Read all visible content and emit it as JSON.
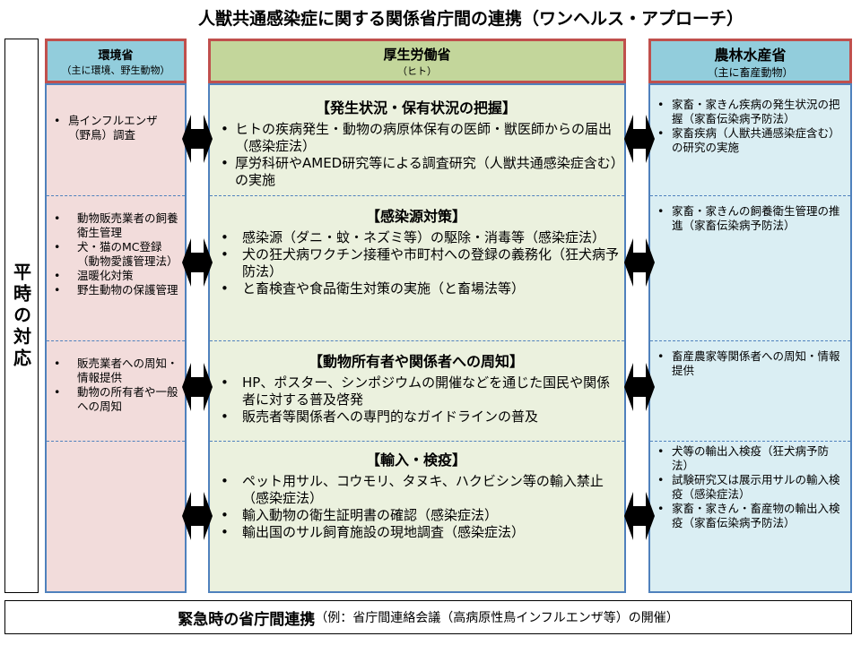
{
  "title": "人獣共通感染症に関する関係省庁間の連携（ワンヘルス・アプローチ）",
  "side_label": "平時の対応",
  "env": {
    "name": "環境省",
    "sub": "（主に環境、野生動物）",
    "sections": [
      [
        "鳥インフルエンザ（野鳥）調査"
      ],
      [
        "動物販売業者の飼養衛生管理",
        "犬・猫のMC登録（動物愛護管理法）",
        "温暖化対策",
        "野生動物の保護管理"
      ],
      [
        "販売業者への周知・情報提供",
        "動物の所有者や一般への周知"
      ],
      []
    ]
  },
  "mhlw": {
    "name": "厚生労働省",
    "sub": "（ヒト）",
    "sections": [
      {
        "heading": "【発生状況・保有状況の把握】",
        "items": [
          "ヒトの疾病発生・動物の病原体保有の医師・獣医師からの届出（感染症法）",
          "厚労科研やAMED研究等による調査研究（人獣共通感染症含む）の実施"
        ]
      },
      {
        "heading": "【感染源対策】",
        "items": [
          "感染源（ダニ・蚊・ネズミ等）の駆除・消毒等（感染症法）",
          "犬の狂犬病ワクチン接種や市町村への登録の義務化（狂犬病予防法）",
          "と畜検査や食品衛生対策の実施（と畜場法等）"
        ]
      },
      {
        "heading": "【動物所有者や関係者への周知】",
        "items": [
          "HP、ポスター、シンポジウムの開催などを通じた国民や関係者に対する普及啓発",
          "販売者等関係者への専門的なガイドラインの普及"
        ]
      },
      {
        "heading": "【輸入・検疫】",
        "items": [
          "ペット用サル、コウモリ、タヌキ、ハクビシン等の輸入禁止（感染症法）",
          "輸入動物の衛生証明書の確認（感染症法）",
          "輸出国のサル飼育施設の現地調査（感染症法）"
        ]
      }
    ]
  },
  "maff": {
    "name": "農林水産省",
    "sub": "（主に畜産動物）",
    "sections": [
      [
        "家畜・家きん疾病の発生状況の把握（家畜伝染病予防法）",
        "家畜疾病（人獣共通感染症含む）の研究の実施"
      ],
      [
        "家畜・家きんの飼養衛生管理の推進（家畜伝染病予防法）"
      ],
      [
        "畜産農家等関係者への周知・情報提供"
      ],
      [
        "犬等の輸出入検疫（狂犬病予防法）",
        "試験研究又は展示用サルの輸入検疫（感染症法）",
        "家畜・家きん・畜産物の輸出入検疫（家畜伝染病予防法）"
      ]
    ]
  },
  "bottom": {
    "main": "緊急時の省庁間連携",
    "note": "（例：省庁間連絡会議（高病原性鳥インフルエンザ等）の開催）"
  },
  "colors": {
    "env_body": "#f2dcdb",
    "mhlw_body": "#ebf1de",
    "maff_body": "#daeef3",
    "hdr_blue": "#92cddc",
    "hdr_green": "#c3d69b",
    "border_red": "#c0504d",
    "border_blue": "#4f81bd"
  }
}
